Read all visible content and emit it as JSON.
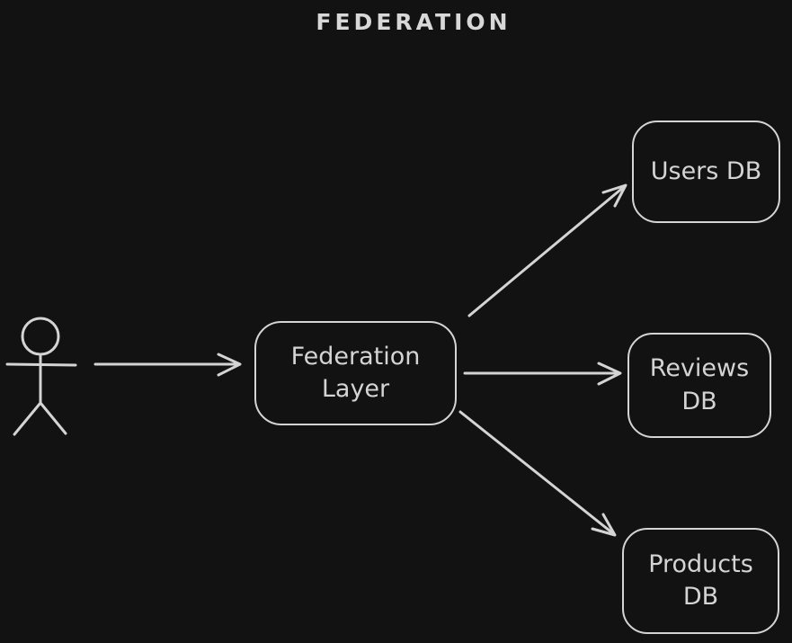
{
  "title": "FEDERATION",
  "colors": {
    "background": "#121212",
    "stroke": "#d4d4d4",
    "text": "#d4d4d4"
  },
  "icons": {
    "actor": "stick-figure-person-icon"
  },
  "nodes": {
    "federation": {
      "label": "Federation\nLayer"
    },
    "users": {
      "label": "Users DB"
    },
    "reviews": {
      "label": "Reviews\nDB"
    },
    "products": {
      "label": "Products\nDB"
    }
  },
  "edges": [
    {
      "from": "actor",
      "to": "federation-layer",
      "style": "arrow"
    },
    {
      "from": "federation-layer",
      "to": "users-db",
      "style": "arrow"
    },
    {
      "from": "federation-layer",
      "to": "reviews-db",
      "style": "arrow"
    },
    {
      "from": "federation-layer",
      "to": "products-db",
      "style": "arrow"
    }
  ]
}
